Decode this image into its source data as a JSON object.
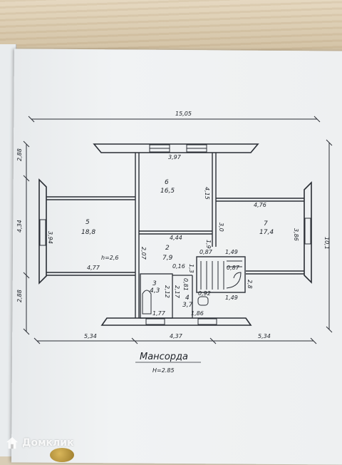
{
  "plan": {
    "title": "Мансорда",
    "height_note": "H=2.85",
    "dimensions": {
      "overall_top": "15,05",
      "left_segment": "5,34",
      "middle_segment": "4,37",
      "right_segment": "5,34",
      "left_top": "2,88",
      "left_middle": "4,34",
      "left_bottom": "2,88",
      "right_total": "10,1",
      "room5_side": "3,94",
      "room7_side": "3,86",
      "top_wall": "3,97",
      "room6_side": "4,15",
      "room7_top": "4,76",
      "room5_bottom": "4,77",
      "corridor_top": "4,44",
      "corridor_right": "3,0",
      "bottom_left": "1,77",
      "bottom_right": "1,86",
      "stair_width": "1,49",
      "stair_top": "1,49",
      "stair_right": "2,8",
      "small_a": "0,87",
      "small_b": "1,9",
      "small_c": "2,07",
      "small_d": "2,12",
      "small_e": "2,17",
      "small_f": "0,92",
      "small_g": "0,81",
      "small_h": "0,16",
      "small_i": "1,3",
      "small_j": "0,87"
    },
    "rooms": {
      "r2": {
        "num": "2",
        "area": "7,9"
      },
      "r3": {
        "num": "3",
        "area": "4,3"
      },
      "r4": {
        "num": "4",
        "area": "3,7"
      },
      "r5": {
        "num": "5",
        "area": "18,8"
      },
      "r6": {
        "num": "6",
        "area": "16,5"
      },
      "r7": {
        "num": "7",
        "area": "17,4"
      }
    },
    "room5_height": "h=2,6"
  },
  "watermark": {
    "text": "Домклик"
  },
  "colors": {
    "ink": "#1e2228",
    "paper": "#eef0f1",
    "wood": "#d8c8ab"
  }
}
